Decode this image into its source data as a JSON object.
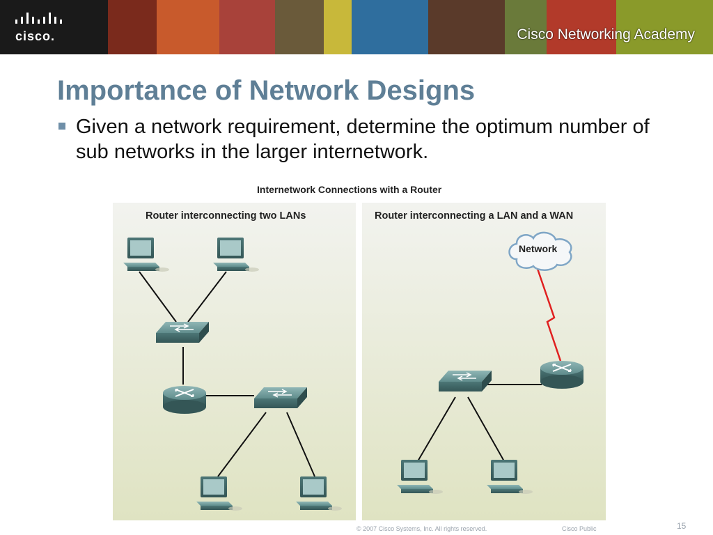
{
  "header": {
    "logo_text": "cisco.",
    "academy_text": "Cisco Networking Academy"
  },
  "slide": {
    "title": "Importance of Network Designs",
    "bullet": "Given a network requirement, determine the optimum number of sub networks in the larger internetwork."
  },
  "figure": {
    "title": "Internetwork Connections with a Router",
    "left_label": "Router interconnecting two LANs",
    "right_label": "Router interconnecting a LAN and a WAN",
    "cloud_label": "Network"
  },
  "footer": {
    "copyright": "© 2007 Cisco Systems, Inc. All rights reserved.",
    "classification": "Cisco Public",
    "page_number": "15"
  }
}
